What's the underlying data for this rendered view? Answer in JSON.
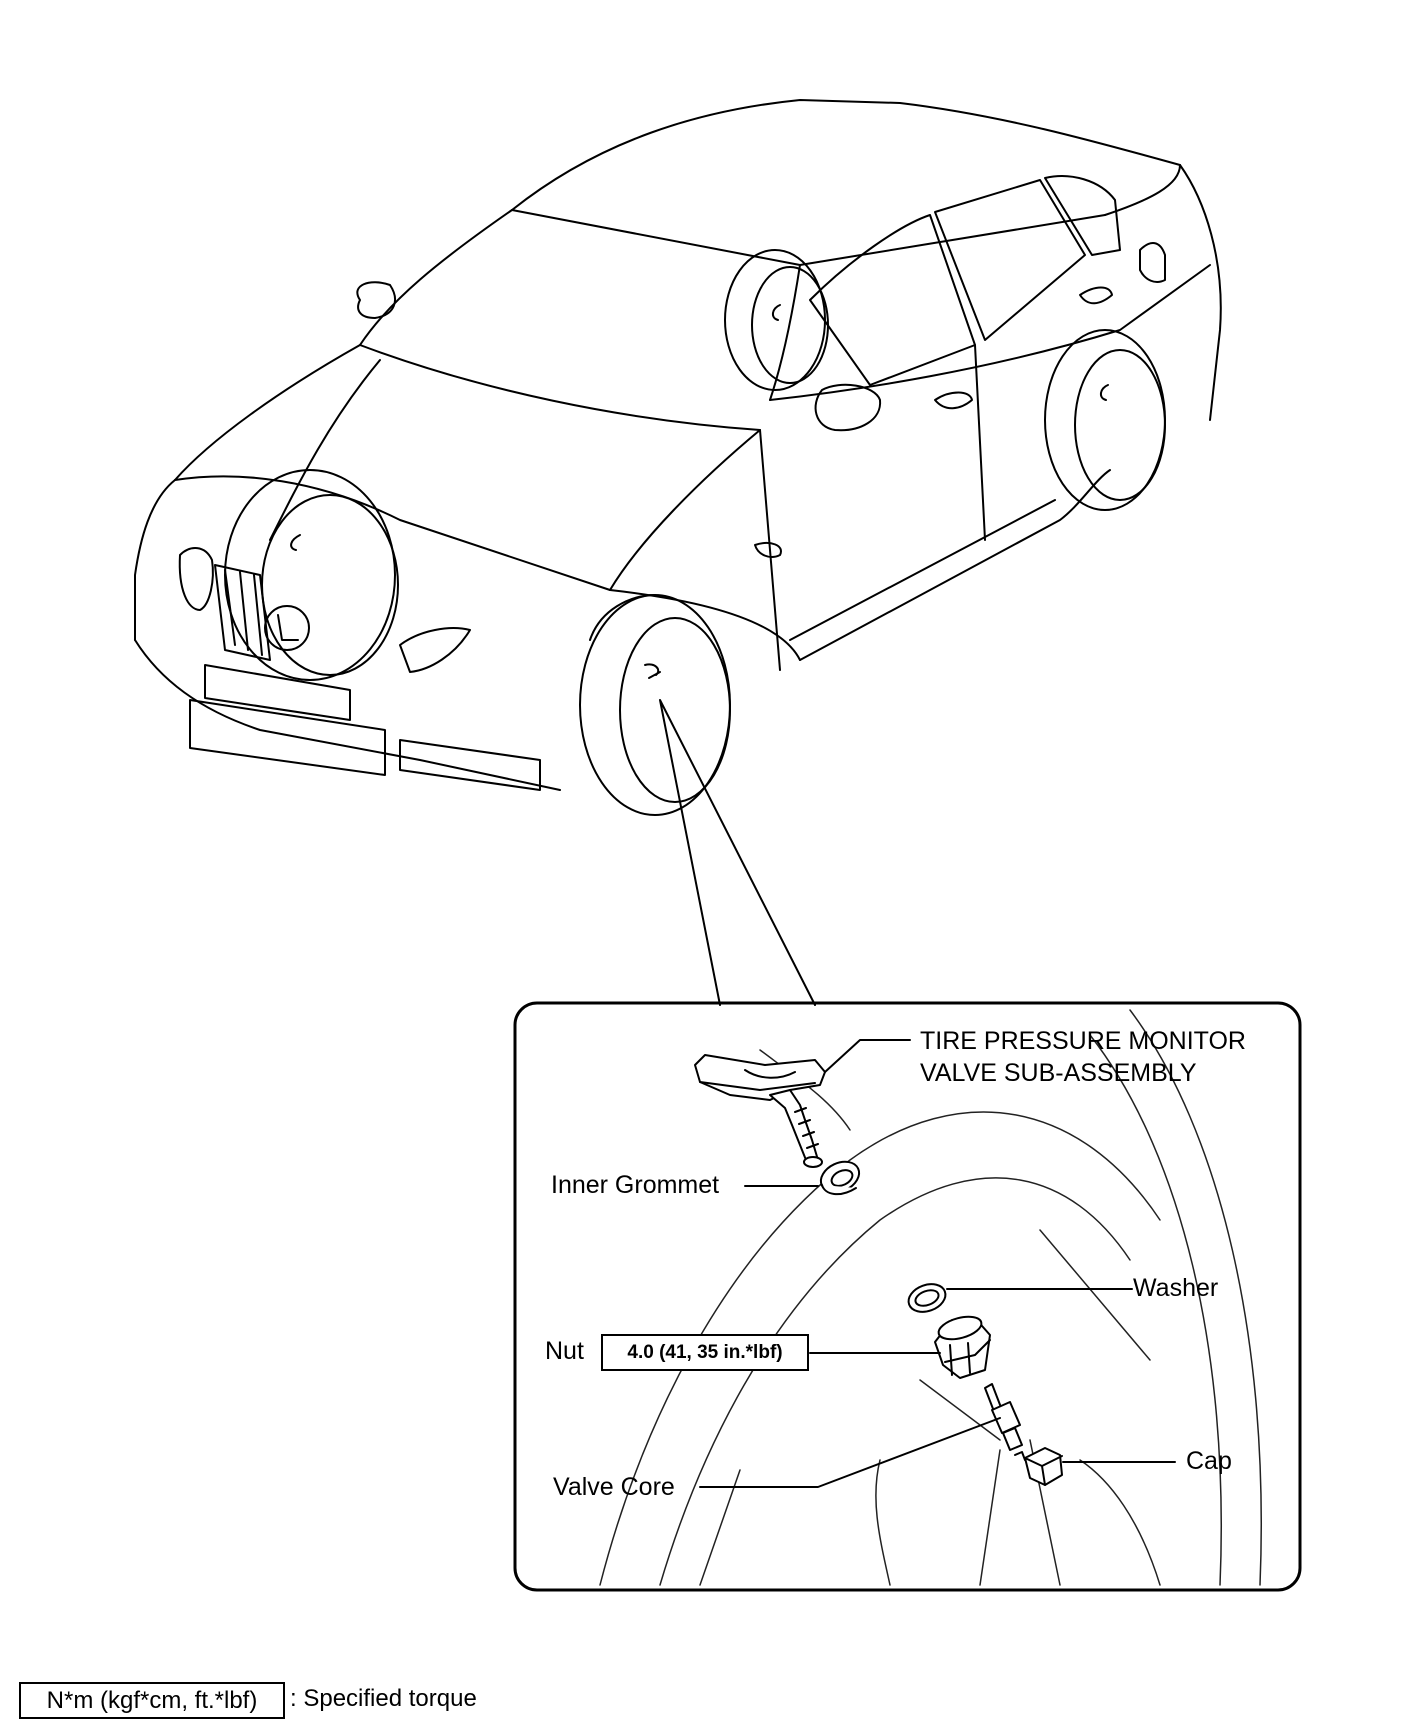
{
  "labels": {
    "main_part_line1": "TIRE PRESSURE MONITOR",
    "main_part_line2": "VALVE SUB-ASSEMBLY",
    "inner_grommet": "Inner Grommet",
    "washer": "Washer",
    "nut": "Nut",
    "nut_torque": "4.0 (41, 35 in.*lbf)",
    "valve_core": "Valve Core",
    "cap": "Cap"
  },
  "legend": {
    "unit_box": "N*m (kgf*cm, ft.*lbf)",
    "description": ": Specified torque"
  },
  "colors": {
    "line": "#000000",
    "background": "#ffffff"
  }
}
